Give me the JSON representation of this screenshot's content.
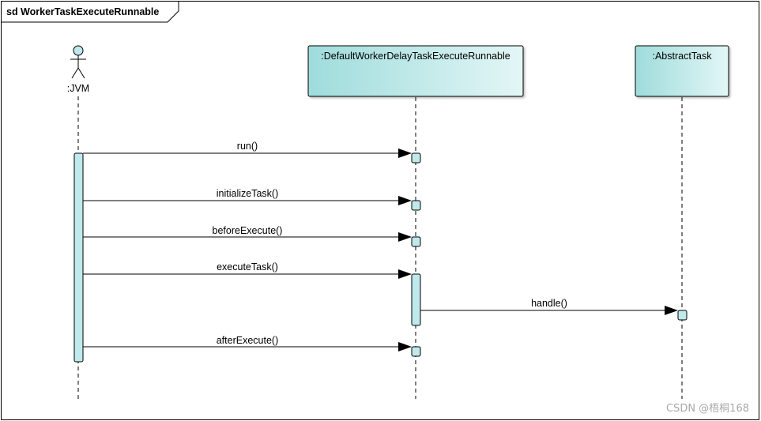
{
  "diagram": {
    "title": "sd WorkerTaskExecuteRunnable",
    "actor": {
      "label": ":JVM"
    },
    "lifelines": [
      {
        "id": "delay",
        "label": ":DefaultWorkerDelayTaskExecuteRunnable"
      },
      {
        "id": "abstract",
        "label": ":AbstractTask"
      }
    ],
    "messages": [
      {
        "label": "run()"
      },
      {
        "label": "initializeTask()"
      },
      {
        "label": "beforeExecute()"
      },
      {
        "label": "executeTask()"
      },
      {
        "label": "handle()"
      },
      {
        "label": "afterExecute()"
      }
    ],
    "colors": {
      "lifeline_fill_start": "#9fdcdc",
      "lifeline_fill_end": "#e3f6f6",
      "activation_fill": "#bfe9ea",
      "stroke": "#000000"
    }
  },
  "watermark": "CSDN @梧桐168"
}
